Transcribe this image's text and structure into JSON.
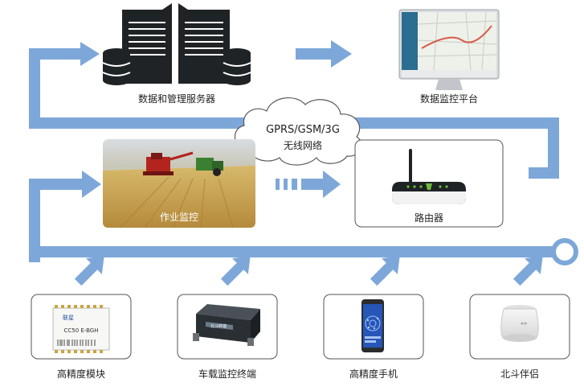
{
  "colors": {
    "pipe": "#7da7d9",
    "pipe_dark": "#5d8cc6",
    "dark": "#1f2326",
    "router_green": "#6cbc3a"
  },
  "nodes": {
    "server": {
      "label": "数据和管理服务器",
      "icon": "server-rack-icon"
    },
    "platform": {
      "label": "数据监控平台",
      "icon": "monitor-map-icon"
    },
    "network": {
      "line1": "GPRS/GSM/3G",
      "line2": "无线网络",
      "icon": "cloud-icon"
    },
    "field": {
      "label": "作业监控",
      "icon": "harvester-field-photo"
    },
    "router": {
      "label": "路由器",
      "icon": "wifi-router-icon"
    }
  },
  "devices": [
    {
      "label": "高精度模块",
      "icon": "gnss-module-icon",
      "module_brand": "联星",
      "module_model": "CC50 E-BGH"
    },
    {
      "label": "车载监控终端",
      "icon": "vehicle-terminal-icon",
      "screen_text": "北斗终端"
    },
    {
      "label": "高精度手机",
      "icon": "smartphone-icon"
    },
    {
      "label": "北斗伴侣",
      "icon": "beidou-companion-icon"
    }
  ]
}
